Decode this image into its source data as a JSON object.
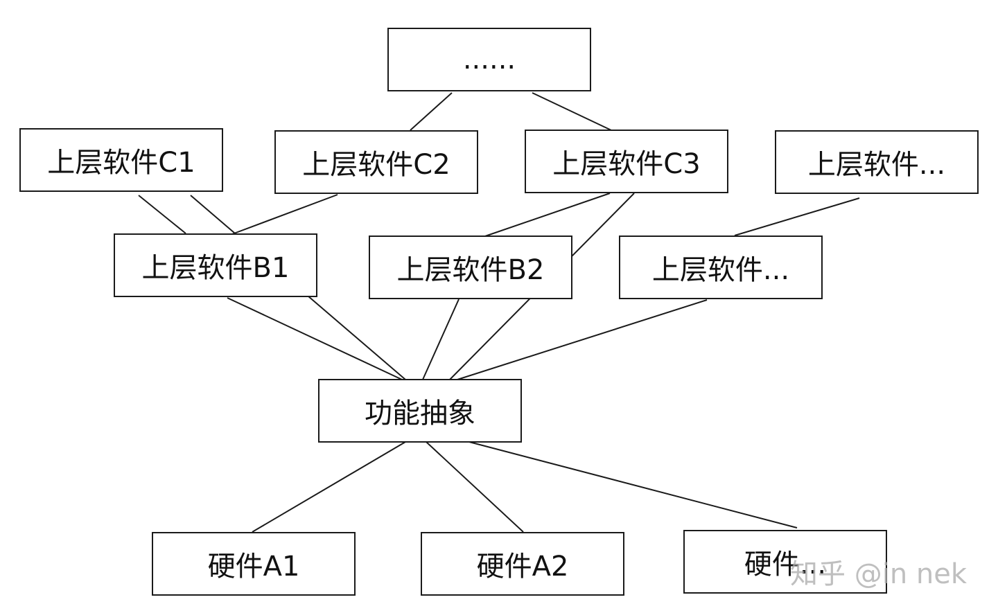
{
  "nodes": {
    "top": "......",
    "c1": "上层软件C1",
    "c2": "上层软件C2",
    "c3": "上层软件C3",
    "c_more": "上层软件...",
    "b1": "上层软件B1",
    "b2": "上层软件B2",
    "b_more": "上层软件...",
    "abstraction": "功能抽象",
    "a1": "硬件A1",
    "a2": "硬件A2",
    "a_more": "硬件..."
  },
  "watermark": "知乎 @in nek"
}
